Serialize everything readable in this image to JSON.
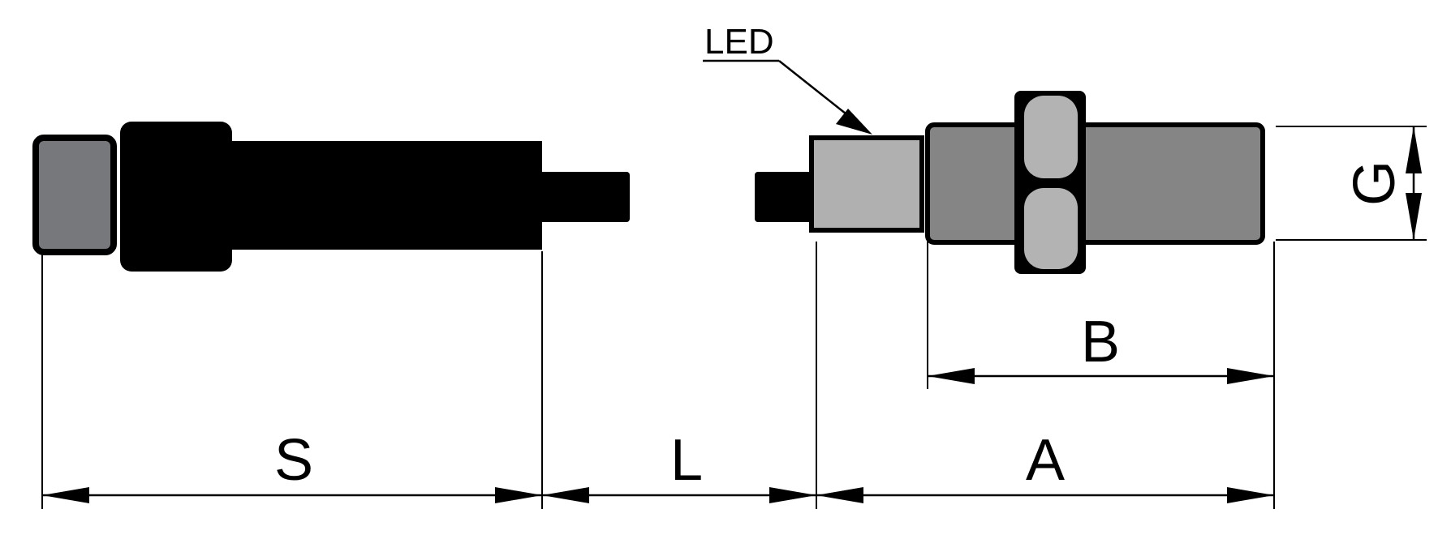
{
  "labels": {
    "led": "LED",
    "s": "S",
    "l": "L",
    "a": "A",
    "b": "B",
    "g": "G"
  },
  "colors": {
    "background": "#ffffff",
    "line": "#000000",
    "connector_cap": "#76787c",
    "cable_body": "#000000",
    "sensor_cap": "#b0b0b0",
    "sensor_body": "#858585",
    "nut": "#b3b3b3"
  }
}
